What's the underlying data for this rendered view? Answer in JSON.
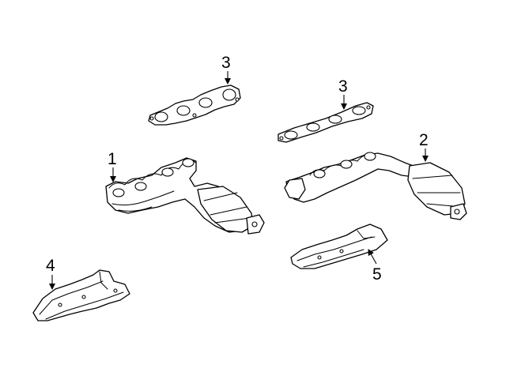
{
  "callouts": {
    "c1": "1",
    "c2": "2",
    "c3a": "3",
    "c3b": "3",
    "c4": "4",
    "c5": "5"
  },
  "colors": {
    "line": "#000000",
    "background": "#ffffff"
  }
}
